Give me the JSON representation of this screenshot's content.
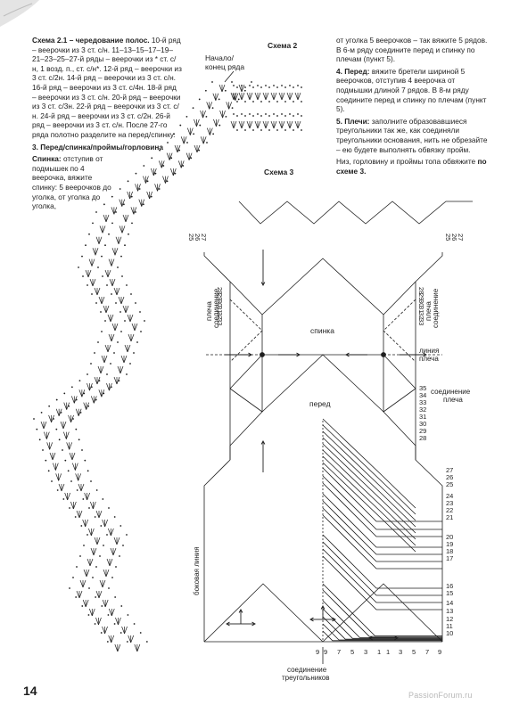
{
  "left_column": {
    "scheme_21_title": "Схема 2.1 – чередование полос.",
    "scheme_21_body": "10-й ряд – веерочки из 3 ст. с/н. 11–13–15–17–19–21–23–25–27-й ряды – веерочки из * ст. с/н, 1 возд. п., ст. с/н*. 12-й ряд – веерочки из 3 ст. с/2н. 14-й ряд – веерочки из 3 ст. с/н. 16-й ряд – веерочки из 3 ст. с/4н. 18-й ряд – веерочки из 3 ст. с/н. 20-й ряд – веерочки из 3 ст. с/3н. 22-й ряд – веерочки из 3 ст. с/н. 24-й ряд – веерочки из 3 ст. с/2н. 26-й ряд – веерочки из 3 ст. с/н. После 27-го ряда полотно разделите на перед/спинку.",
    "section3_title": "3. Перед/спинка/проймы/горловина",
    "back_title": "Спинка:",
    "back_body": "отступив от подмышек по 4 веерочка, вяжите спинку: 5 веерочков до уголка, от уголка до уголка,"
  },
  "right_column": {
    "p1": "от уголка 5 веерочков – так вяжите 5 рядов. В 6-м ряду соедините перед и спинку по плечам (пункт 5).",
    "p2_title": "4. Перед:",
    "p2_body": "вяжите бретели шириной 5 веерочков, отступив 4 веерочка от подмышки длиной 7 рядов. В 8-м ряду соедините перед и спинку по плечам (пункт 5).",
    "p3_title": "5. Плечи:",
    "p3_body": "заполните образовавшиеся треугольники так же, как соединяли треугольники основания, нить не обрезайте – ею будете выполнять обвязку пройм.",
    "p4_body": "Низ, горловину и проймы топа обвяжите",
    "p4_link": "по схеме 3."
  },
  "diagram_labels": {
    "scheme2_title": "Схема 2",
    "row_start": "Начало/",
    "row_end": "конец ряда",
    "scheme3_title": "Схема 3",
    "back_label": "спинка",
    "front_label": "перед",
    "shoulder_line_1": "линия",
    "shoulder_line_2": "плеча",
    "shoulder_join_1": "соединение",
    "shoulder_join_2": "плеча",
    "side_line": "боковая линия",
    "triangle_join_1": "соединение",
    "triangle_join_2": "треугольников"
  },
  "row_numbers": {
    "right_lower": [
      "27",
      "26",
      "25",
      "24",
      "23",
      "22",
      "21",
      "20",
      "19",
      "18",
      "17",
      "16",
      "15",
      "14",
      "13",
      "12",
      "11",
      "10"
    ],
    "right_front": [
      "35",
      "34",
      "33",
      "32",
      "31",
      "30",
      "29",
      "28"
    ],
    "strap_left": [
      "28",
      "29",
      "30",
      "31",
      "32",
      "33"
    ],
    "strap_right": [
      "28",
      "29",
      "30",
      "31",
      "32",
      "33"
    ],
    "top_left": [
      "25",
      "26",
      "27"
    ],
    "top_right": [
      "25",
      "26",
      "27"
    ],
    "bottom_count": [
      "9",
      "9",
      "7",
      "5",
      "3",
      "1",
      "1",
      "3",
      "5",
      "7",
      "9"
    ]
  },
  "page": {
    "number": "14",
    "watermark": "PassionForum.ru"
  },
  "colors": {
    "text": "#1e1e1e",
    "line": "#1e1e1e"
  }
}
